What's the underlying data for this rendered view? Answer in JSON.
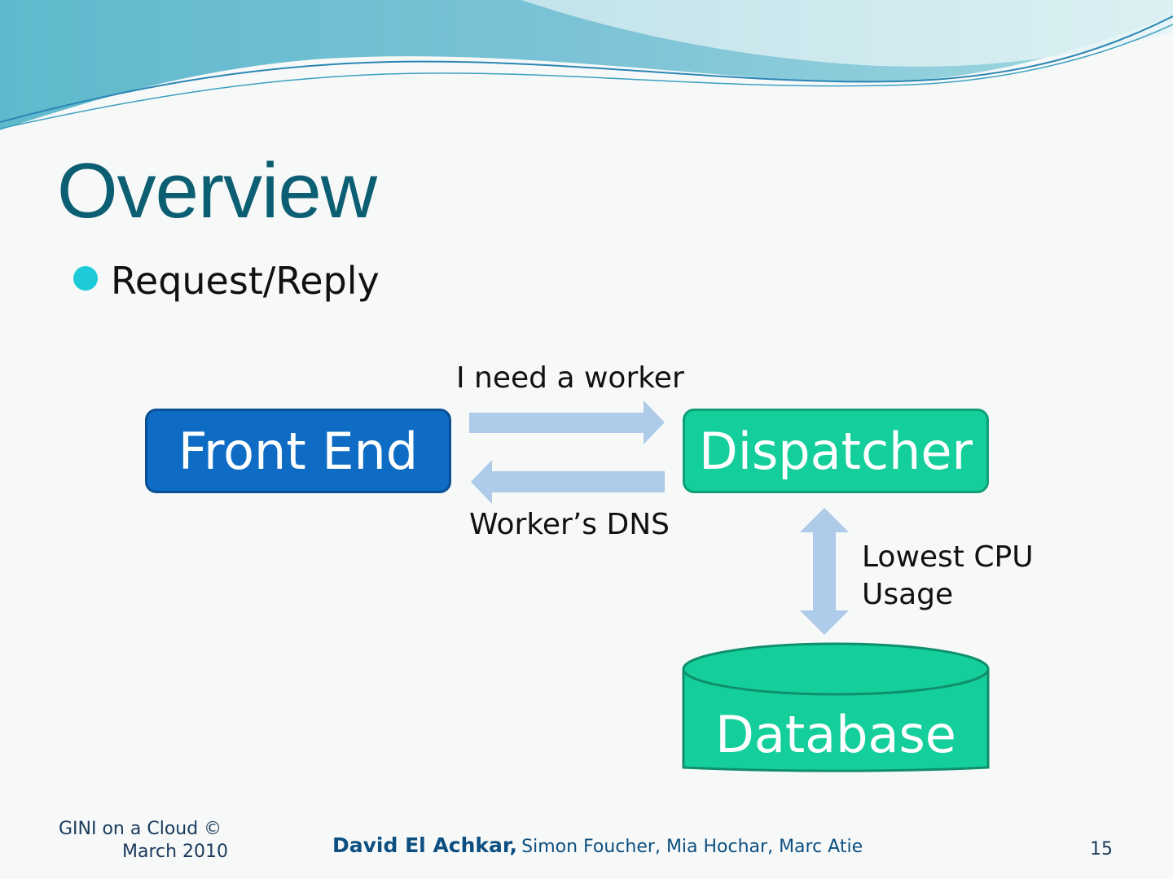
{
  "slide": {
    "title": "Overview",
    "bullets": [
      "Request/Reply"
    ],
    "accent_color": "#1ccbd7",
    "title_color": "#0c5f73"
  },
  "diagram": {
    "nodes": {
      "front_end": {
        "label": "Front End",
        "color": "#0e6cc4"
      },
      "dispatcher": {
        "label": "Dispatcher",
        "color": "#14cf9b"
      },
      "database": {
        "label": "Database",
        "color": "#14cf9b",
        "shape": "cylinder"
      }
    },
    "edges": {
      "request": {
        "from": "front_end",
        "to": "dispatcher",
        "label": "I need a worker"
      },
      "reply": {
        "from": "dispatcher",
        "to": "front_end",
        "label": "Worker’s DNS"
      },
      "query": {
        "between": [
          "dispatcher",
          "database"
        ],
        "label_line1": "Lowest CPU",
        "label_line2": "Usage",
        "direction": "bidirectional"
      }
    },
    "arrow_color": "#aecbe9"
  },
  "footer": {
    "left_line1": "GINI on a Cloud ©",
    "left_line2": "March 2010",
    "authors_main": "David El Achkar,",
    "authors_rest": "Simon Foucher, Mia Hochar, Marc Atie",
    "page_number": "15"
  }
}
